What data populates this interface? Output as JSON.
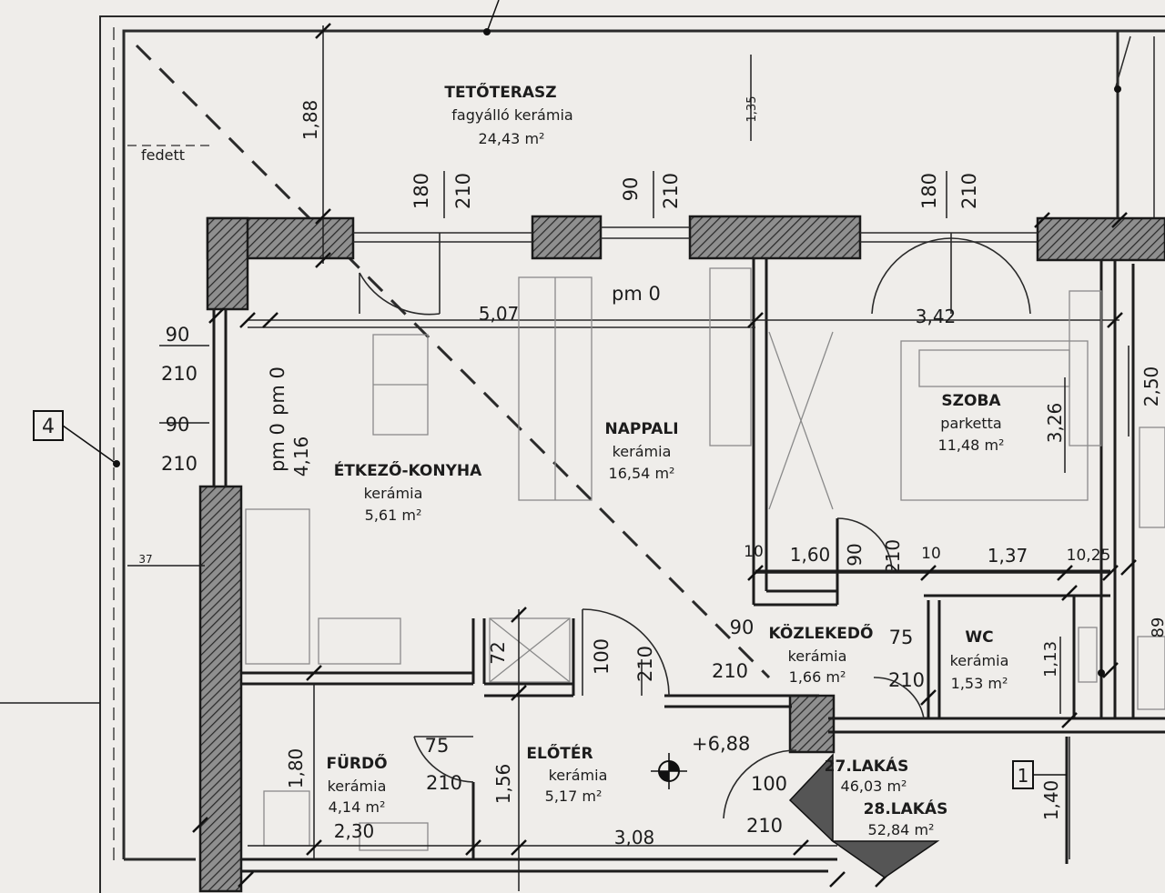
{
  "rooms": {
    "terrace": {
      "name": "TETŐTERASZ",
      "material": "fagyálló kerámia",
      "area": "24,43 m²"
    },
    "living": {
      "name": "NAPPALI",
      "material": "kerámia",
      "area": "16,54 m²"
    },
    "kitchen": {
      "name": "ÉTKEZŐ-KONYHA",
      "material": "kerámia",
      "area": "5,61 m²"
    },
    "bedroom": {
      "name": "SZOBA",
      "material": "parketta",
      "area": "11,48 m²"
    },
    "corridor": {
      "name": "KÖZLEKEDŐ",
      "material": "kerámia",
      "area": "1,66 m²"
    },
    "wc": {
      "name": "WC",
      "material": "kerámia",
      "area": "1,53 m²"
    },
    "bath": {
      "name": "FÜRDŐ",
      "material": "kerámia",
      "area": "4,14 m²"
    },
    "hall": {
      "name": "ELŐTÉR",
      "material": "kerámia",
      "area": "5,17 m²"
    }
  },
  "apartments": {
    "a27_name": "27.LAKÁS",
    "a27_area": "46,03 m²",
    "a28_name": "28.LAKÁS",
    "a28_area": "52,84 m²"
  },
  "notes": {
    "covered": "fedett",
    "pm0_top": "pm 0",
    "pm0_left": "pm 0",
    "pm0_left2": "pm 0",
    "level": "+6,88"
  },
  "markers": {
    "axis4": "4",
    "box1": "1"
  },
  "dims": {
    "d188": "1,88",
    "d135": "1,35",
    "d180a": "180",
    "d210a": "210",
    "d90t": "90",
    "d210t": "210",
    "d180b": "180",
    "d210b": "210",
    "d507": "5,07",
    "d342": "3,42",
    "d90l1": "90",
    "d210l1": "210",
    "d90l2": "90",
    "d210l2": "210",
    "d416": "4,16",
    "d326": "3,26",
    "d250": "2,50",
    "d10a": "10",
    "d160": "1,60",
    "d90c": "90",
    "d210c": "210",
    "d10b": "10",
    "d137": "1,37",
    "d1025": "10,25",
    "d72": "72",
    "d100a": "100",
    "d210d": "210",
    "d90k": "90",
    "d210k": "210",
    "d75a": "75",
    "d210w": "210",
    "d113": "1,13",
    "d89": "89",
    "d180f": "1,80",
    "d75b": "75",
    "d210e": "210",
    "d156": "1,56",
    "d230": "2,30",
    "d308": "3,08",
    "d100b": "100",
    "d210g": "210",
    "d140": "1,40",
    "d37": "37"
  }
}
